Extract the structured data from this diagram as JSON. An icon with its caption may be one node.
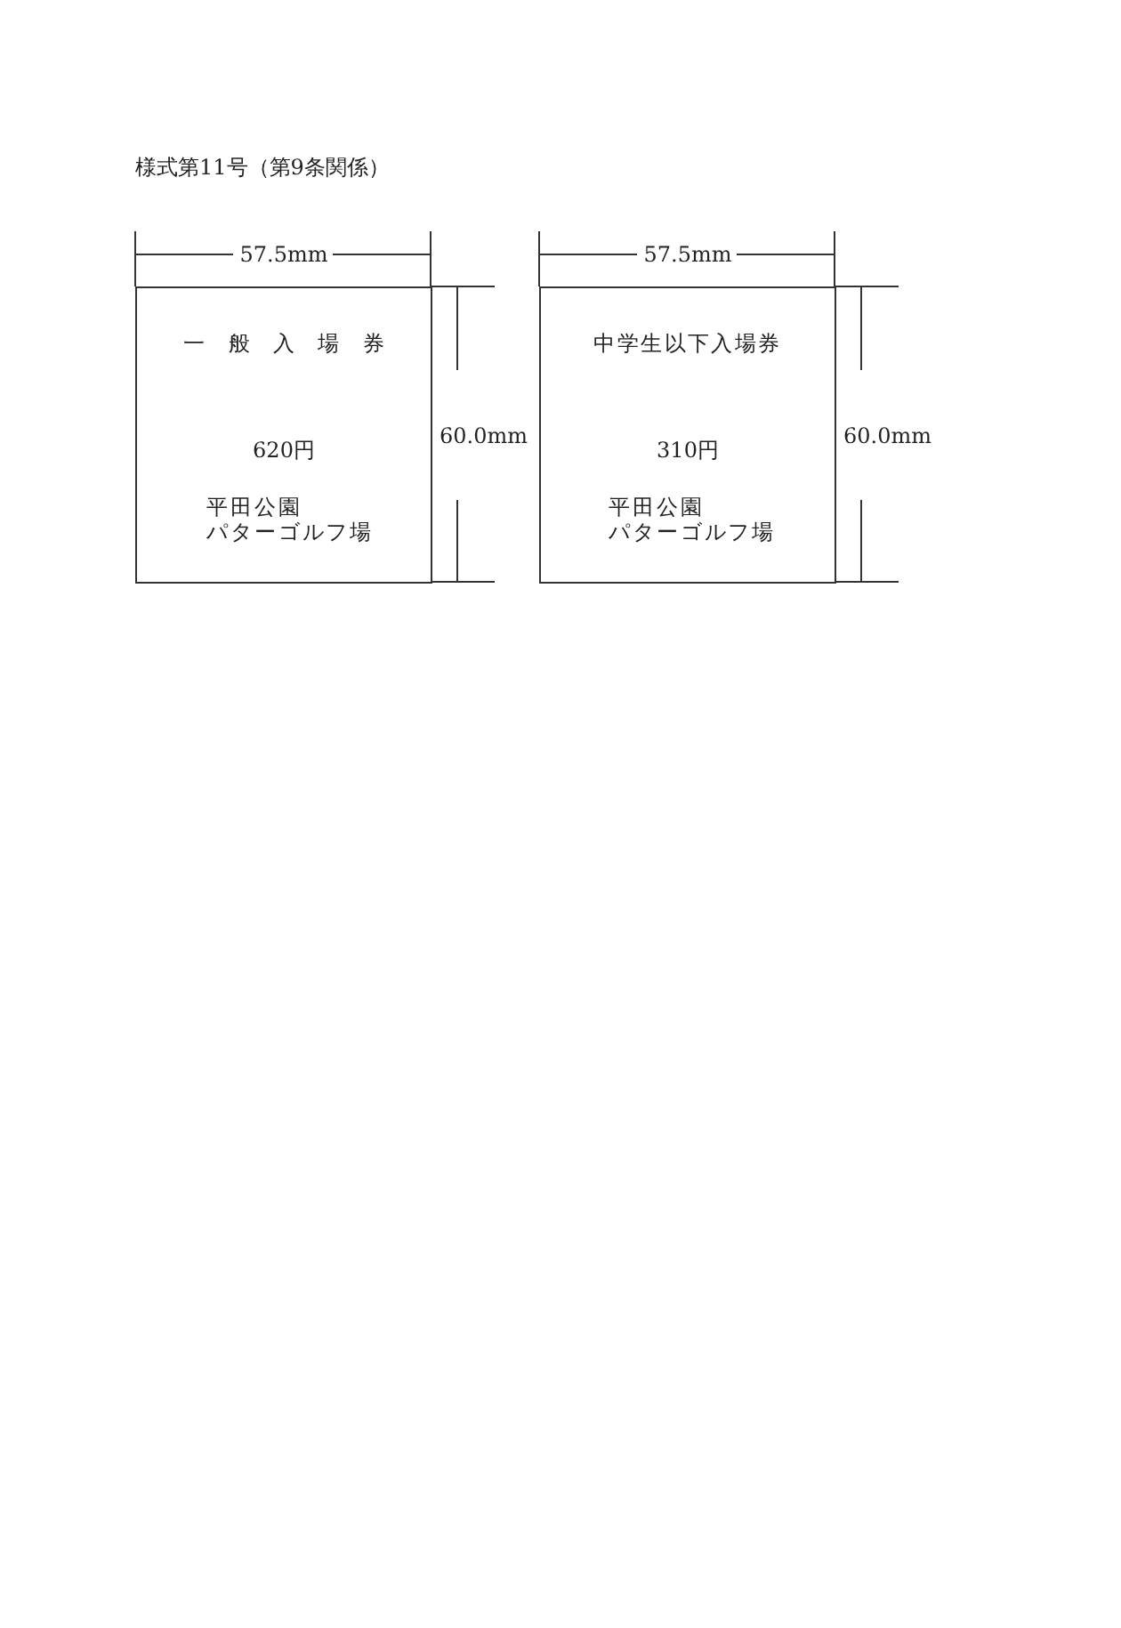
{
  "diagram": {
    "title": "様式第11号（第9条関係）",
    "nodes": [
      {
        "text": [
          "一般入場券",
          "620円",
          "平田公園",
          "パターゴルフ場"
        ]
      },
      {
        "text": [
          "中学生以下入場券",
          "310円",
          "平田公園",
          "パターゴルフ場"
        ]
      }
    ],
    "labels": [
      "57.5mm",
      "60.0mm",
      "57.5mm",
      "60.0mm"
    ]
  }
}
